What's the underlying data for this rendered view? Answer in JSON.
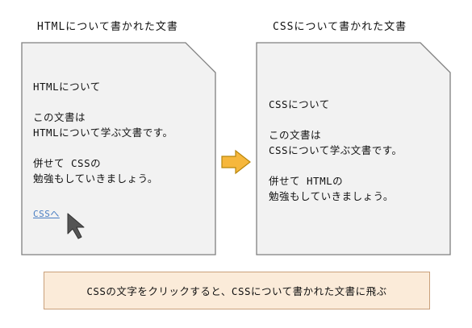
{
  "left_doc": {
    "title": "HTMLについて書かれた文書",
    "heading": "HTMLについて",
    "line1": "この文書は",
    "line2": "HTMLについて学ぶ文書です。",
    "line3": "併せて CSSの",
    "line4": "勉強もしていきましょう。",
    "link": "CSSへ"
  },
  "right_doc": {
    "title": "CSSについて書かれた文書",
    "heading": "CSSについて",
    "line1": "この文書は",
    "line2": "CSSについて学ぶ文書です。",
    "line3": "併せて HTMLの",
    "line4": "勉強もしていきましょう。"
  },
  "caption": "CSSの文字をクリックすると、CSSについて書かれた文書に飛ぶ",
  "colors": {
    "document_fill": "#f2f2f2",
    "document_border": "#7f7f7f",
    "arrow_fill": "#f6b73c",
    "arrow_stroke": "#b8860b",
    "link": "#4a7ec2",
    "cursor": "#555555",
    "caption_fill": "#fbebd9",
    "caption_border": "#c9a07b"
  },
  "icons": {
    "arrow": "right-arrow-icon",
    "cursor": "mouse-pointer-icon"
  }
}
